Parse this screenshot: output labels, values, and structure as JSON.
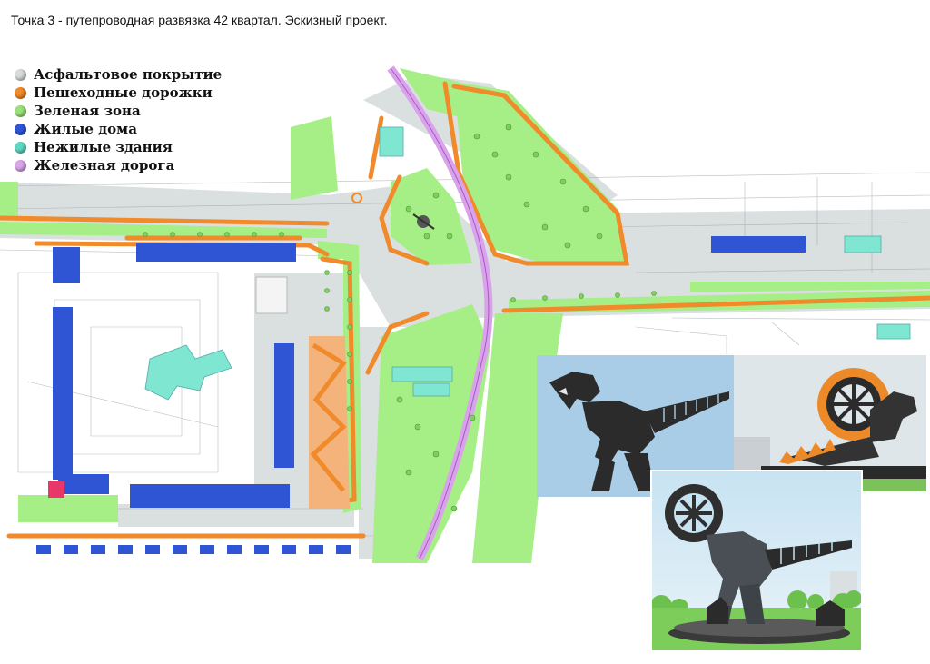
{
  "title": "Точка 3 - путепроводная развязка 42 квартал. Эскизный проект.",
  "legend": [
    {
      "label": "Асфальтовое покрытие",
      "color": "#d7dcdc"
    },
    {
      "label": "Пешеходные дорожки",
      "color": "#f08a2a"
    },
    {
      "label": "Зеленая зона",
      "color": "#9be07a"
    },
    {
      "label": "Жилые дома",
      "color": "#2f55d4"
    },
    {
      "label": "Нежилые здания",
      "color": "#5fd8c0"
    },
    {
      "label": "Железная дорога",
      "color": "#d8a6ea"
    }
  ],
  "colors": {
    "asphalt": "#d9dedf",
    "path": "#f08a2a",
    "green": "#a6ee86",
    "residential": "#2f55d4",
    "nonresidential": "#7fe6d2",
    "railway": "#d9a2ea",
    "accent_building": "#e8386a"
  },
  "renders": [
    {
      "name": "dino-render-side",
      "background": "#a9cde6"
    },
    {
      "name": "excavator-dino-render",
      "background": "#dfe6ea"
    },
    {
      "name": "dino-sculpture-render",
      "background": "#c7e3f2"
    }
  ]
}
